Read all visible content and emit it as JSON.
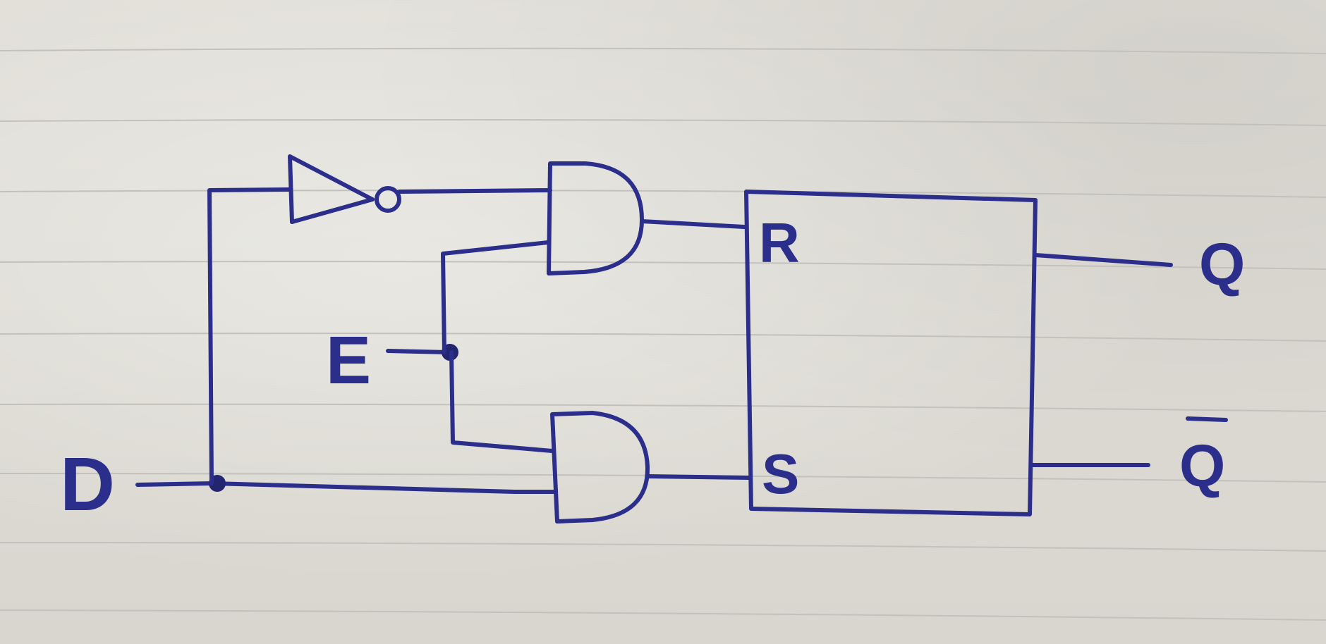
{
  "diagram": {
    "inputs": {
      "d": "D",
      "e": "E"
    },
    "latch_inputs": {
      "r": "R",
      "s": "S"
    },
    "outputs": {
      "q": "Q",
      "q_bar": "Q"
    },
    "colors": {
      "ink": "#2c2e8c",
      "paper": "#dcdad3",
      "ruling": "#c3c1bb"
    }
  }
}
